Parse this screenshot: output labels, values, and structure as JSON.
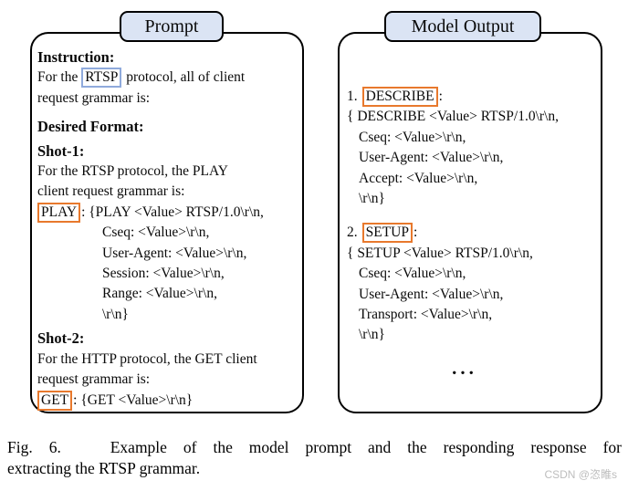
{
  "prompt": {
    "tab": "Prompt",
    "heading_instruction": "Instruction:",
    "instr_pre": "For the ",
    "instr_boxed": "RTSP",
    "instr_post": " protocol, all of client",
    "instr_line2": "request grammar is:",
    "heading_desired": "Desired Format:",
    "heading_shot1": "Shot-1:",
    "shot1_line1": "For the RTSP protocol, the PLAY",
    "shot1_line2": "client request grammar is:",
    "play_box": "PLAY",
    "play_rest": ": {PLAY <Value> RTSP/1.0\\r\\n,",
    "play_fields": [
      "Cseq: <Value>\\r\\n,",
      "User-Agent: <Value>\\r\\n,",
      "Session: <Value>\\r\\n,",
      "Range: <Value>\\r\\n,",
      "\\r\\n}"
    ],
    "heading_shot2": "Shot-2:",
    "shot2_line1": "For the HTTP protocol, the GET client",
    "shot2_line2": "request grammar is:",
    "get_box": "GET",
    "get_rest": ": {GET <Value>\\r\\n}"
  },
  "output": {
    "tab": "Model Output",
    "item1_num": "1.",
    "item1_box": "DESCRIBE",
    "item1_colon": ":",
    "item1_lines": [
      "{ DESCRIBE <Value> RTSP/1.0\\r\\n,",
      "Cseq: <Value>\\r\\n,",
      "User-Agent: <Value>\\r\\n,",
      "Accept: <Value>\\r\\n,",
      "\\r\\n}"
    ],
    "item2_num": "2.",
    "item2_box": "SETUP",
    "item2_colon": ":",
    "item2_lines": [
      "{ SETUP <Value> RTSP/1.0\\r\\n,",
      "Cseq: <Value>\\r\\n,",
      "User-Agent: <Value>\\r\\n,",
      "Transport: <Value>\\r\\n,",
      "\\r\\n}"
    ],
    "ellipsis": "..."
  },
  "caption": {
    "line1": "Fig. 6.   Example of the model prompt and the responding response for",
    "line2": "extracting the RTSP grammar."
  },
  "watermark": "CSDN @恣睢s",
  "colors": {
    "tab_fill": "#dbe4f4",
    "panel_border": "#000000",
    "blue_box_border": "#8faadc",
    "orange_box_border": "#e8792d"
  }
}
